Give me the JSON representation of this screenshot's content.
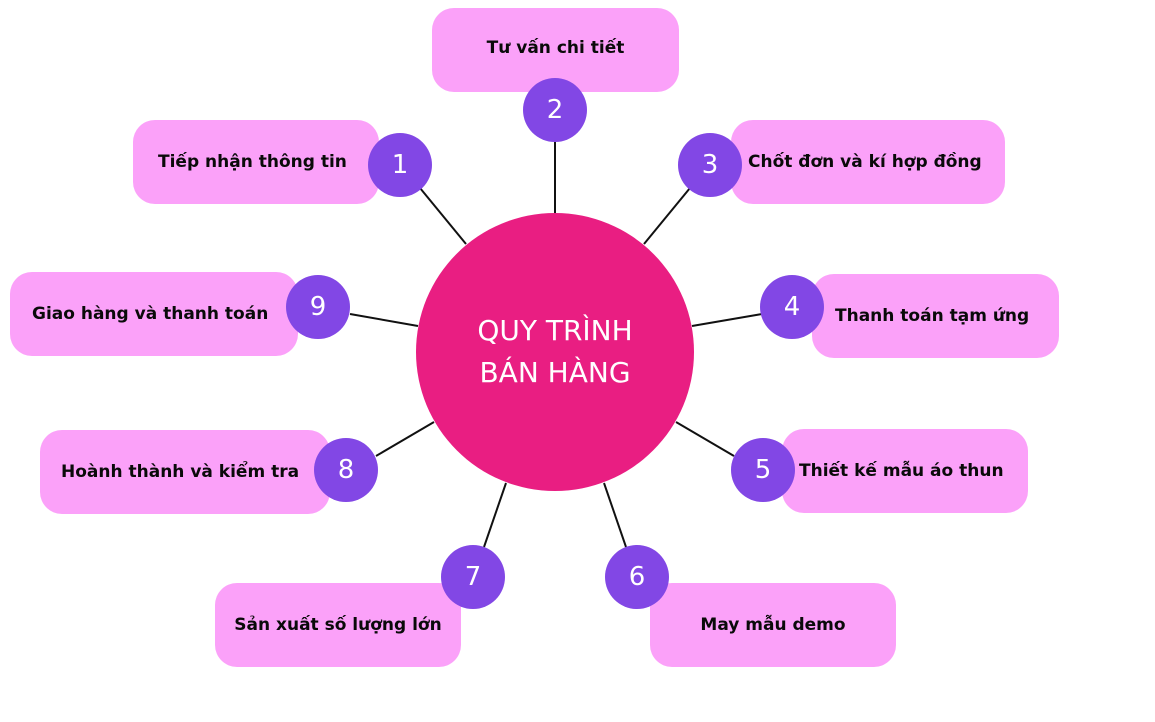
{
  "colors": {
    "hub": "#e91e82",
    "box": "#fba1f9",
    "badge": "#8247e5",
    "line": "#111111"
  },
  "hub": {
    "line1": "QUY TRÌNH",
    "line2": "BÁN HÀNG"
  },
  "steps": [
    {
      "number": "1",
      "label": "Tiếp nhận thông tin"
    },
    {
      "number": "2",
      "label": "Tư vấn chi tiết"
    },
    {
      "number": "3",
      "label": "Chốt đơn và kí hợp đồng"
    },
    {
      "number": "4",
      "label": "Thanh toán tạm ứng"
    },
    {
      "number": "5",
      "label": "Thiết kế mẫu áo thun"
    },
    {
      "number": "6",
      "label": "May mẫu demo"
    },
    {
      "number": "7",
      "label": "Sản xuất số lượng lớn"
    },
    {
      "number": "8",
      "label": "Hoành thành và kiểm tra"
    },
    {
      "number": "9",
      "label": "Giao hàng và thanh toán"
    }
  ]
}
